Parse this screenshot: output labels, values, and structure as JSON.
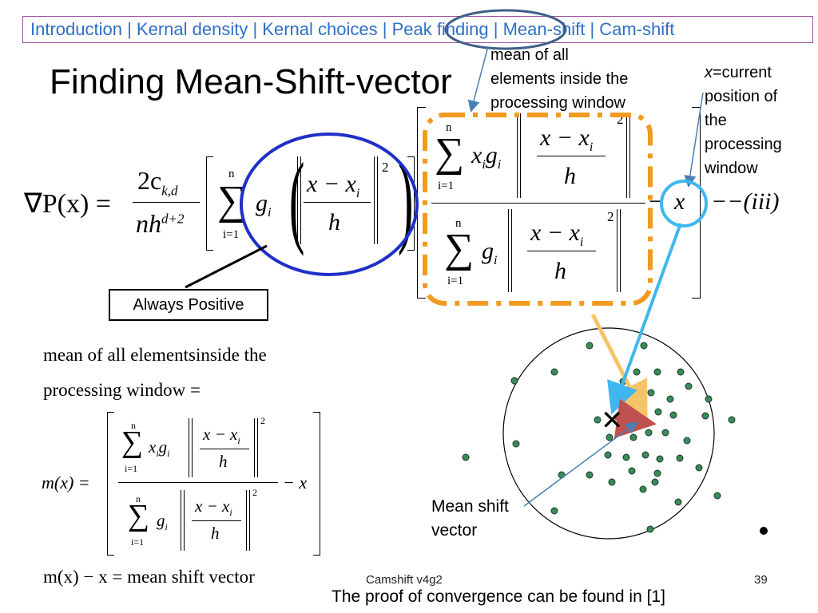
{
  "nav": {
    "items": [
      "Introduction",
      "Kernal density",
      "Kernal choices",
      "Peak finding",
      "Mean-shift",
      "Cam-shift"
    ],
    "separator": " | "
  },
  "title": "Finding Mean-Shift-vector",
  "callouts": {
    "mean_window_lines": [
      "mean of all",
      "elements inside the",
      "processing window"
    ],
    "current_pos_var": "x",
    "current_pos_eq": "=current",
    "current_pos_lines": [
      "position of",
      "the",
      "processing",
      "window"
    ]
  },
  "equation_main": {
    "lhs": "∇P(x) =",
    "coef_num": "2c",
    "coef_num_sub": "k,d",
    "coef_den": "nh",
    "coef_den_sup": "d+2",
    "sum_top": "n",
    "sum_bot": "i=1",
    "sum_symbol": "∑",
    "g": "g",
    "g_sub": "i",
    "xi_g": "x",
    "frac_num": "x − x",
    "frac_num_sub": "i",
    "frac_den": "h",
    "power": "2",
    "minus_x": "x",
    "tag": "−−(iii)"
  },
  "always_positive": "Always Positive",
  "definition": {
    "line1": "mean of all elementsinside the",
    "line2": "processing window  =",
    "m_lhs": "m(x) =",
    "minus_x": "− x",
    "final": "m(x) − x = mean shift vector"
  },
  "plot": {
    "mean_shift_label_lines": [
      "Mean shift",
      "vector"
    ],
    "marker": "✕",
    "point_color": "#3a8a5a",
    "circle_color": "#000000",
    "arrow_blue": "#3fb7ee",
    "arrow_orange": "#f6c468",
    "arrow_red": "#c0504d"
  },
  "footer": {
    "center": "Camshift v4g2",
    "page": "39",
    "proof": "The proof of convergence can be found in [1]"
  },
  "colors": {
    "nav_text": "#2f6fc6",
    "nav_border": "#9b4fa0",
    "ellipse_nav": "#3e5f8a",
    "ellipse_blue": "#1f2fc8",
    "dashed_orange": "#f29a1f",
    "circle_cyan": "#3fb7ee"
  }
}
